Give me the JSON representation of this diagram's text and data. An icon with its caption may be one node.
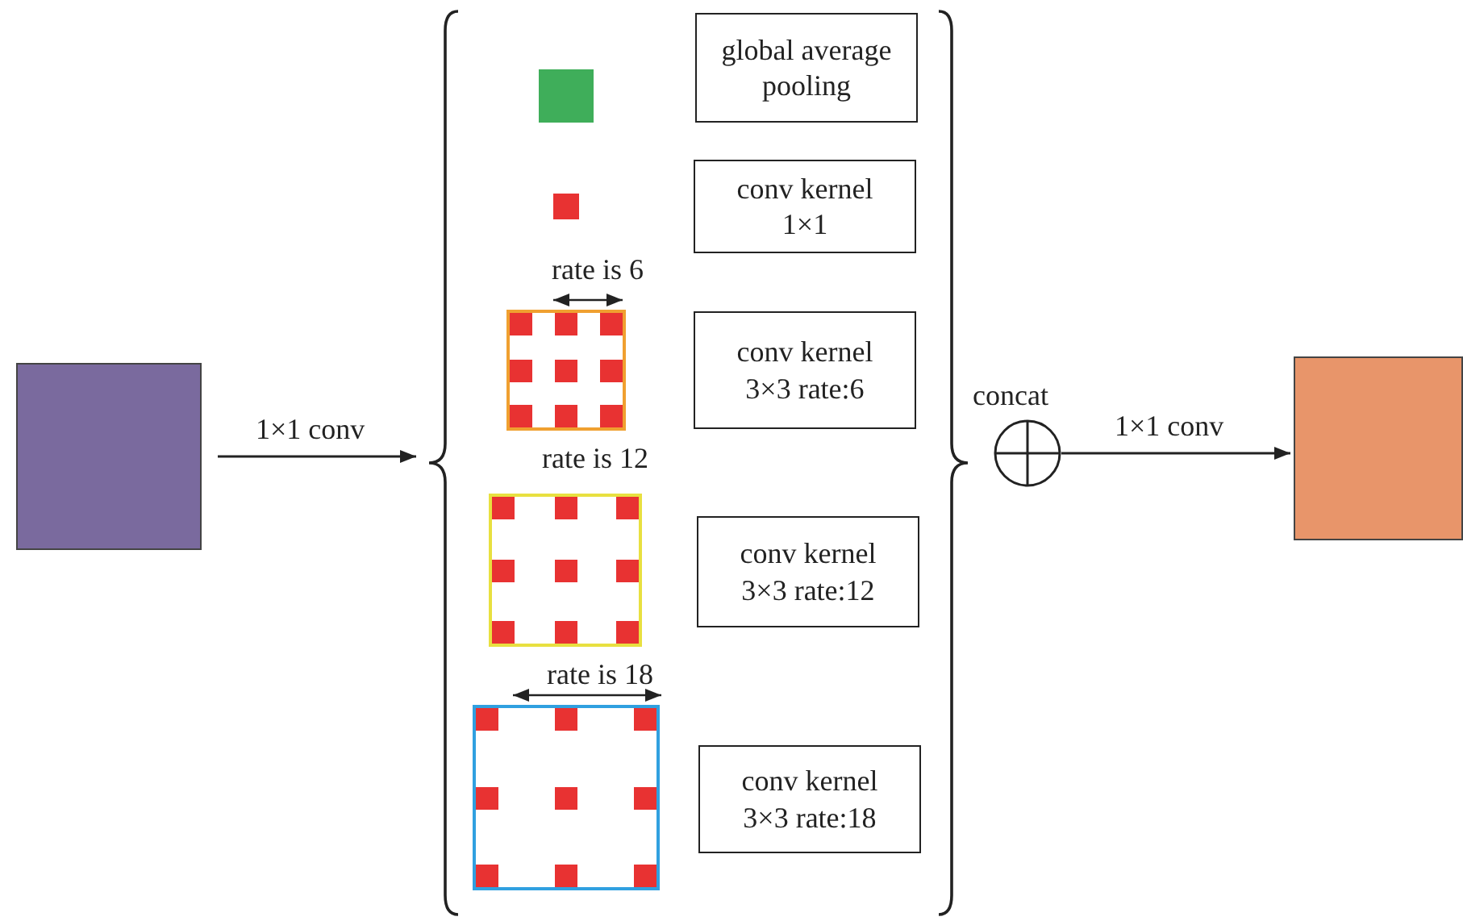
{
  "diagram": {
    "nodes": [
      {
        "text": [],
        "shape": "box"
      },
      {
        "text": [],
        "shape": "brace"
      },
      {
        "text": [],
        "shape": "box",
        "in": 1
      },
      {
        "text": [
          "global average pooling"
        ],
        "in": 1
      },
      {
        "text": [],
        "shape": "box",
        "in": 1
      },
      {
        "text": [
          "conv kernel 1×1"
        ],
        "in": 1
      },
      {
        "text": [],
        "shape": "picture",
        "in": 1
      },
      {
        "text": [
          "conv kernel 3×3 rate:6"
        ],
        "in": 1
      },
      {
        "text": [],
        "shape": "picture",
        "in": 1
      },
      {
        "text": [
          "conv kernel 3×3 rate:12"
        ],
        "in": 1
      },
      {
        "text": [],
        "shape": "picture",
        "in": 1
      },
      {
        "text": [
          "conv kernel 3×3 rate:18"
        ],
        "in": 1
      },
      {
        "text": [
          "concat"
        ]
      },
      {
        "text": [],
        "shape": "box"
      }
    ],
    "edges": [
      {
        "from": 0,
        "to": 1,
        "arrow": "to",
        "label": "1×1 conv"
      },
      {
        "from": 12,
        "to": 13,
        "arrow": "to",
        "label": "1×1 conv"
      }
    ],
    "labels": [
      "rate is 6",
      "rate is 12",
      "rate is 18"
    ]
  }
}
